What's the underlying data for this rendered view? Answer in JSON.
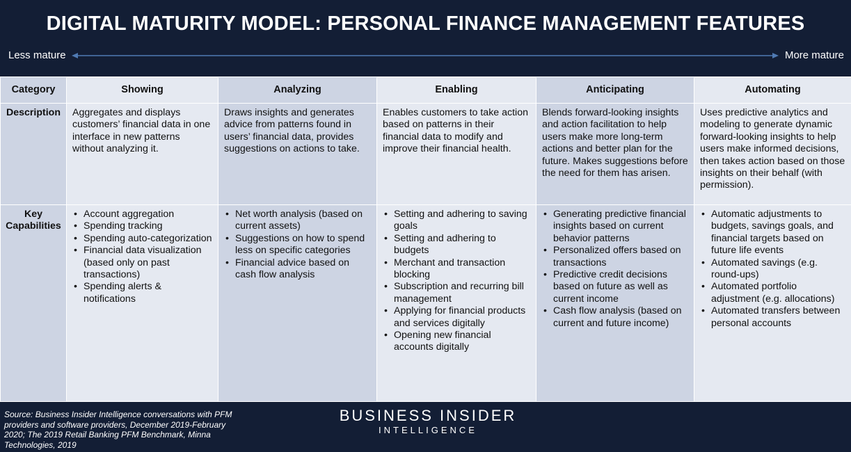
{
  "title": "DIGITAL MATURITY MODEL: PERSONAL FINANCE MANAGEMENT FEATURES",
  "scale": {
    "left_label": "Less mature",
    "right_label": "More mature",
    "arrow_color": "#4f7ab3"
  },
  "table": {
    "header_category": "Category",
    "row_labels": {
      "description": "Description",
      "capabilities": "Key Capabilities"
    },
    "columns": [
      {
        "name": "Showing",
        "description": "Aggregates and displays customers’ financial data in one interface in new patterns without analyzing it.",
        "capabilities": [
          "Account aggregation",
          "Spending tracking",
          "Spending auto-categorization",
          "Financial data visualization (based only on past transactions)",
          "Spending alerts & notifications"
        ]
      },
      {
        "name": "Analyzing",
        "description": "Draws insights and generates advice from patterns found in users’ financial data, provides suggestions on actions to take.",
        "capabilities": [
          "Net worth analysis (based on current assets)",
          "Suggestions on how to spend less on specific categories",
          "Financial advice based on cash flow analysis"
        ]
      },
      {
        "name": "Enabling",
        "description": "Enables customers to take action based on patterns in their financial data to modify and improve their financial health.",
        "capabilities": [
          "Setting and adhering to saving goals",
          "Setting and adhering to budgets",
          "Merchant and transaction blocking",
          "Subscription and recurring bill management",
          "Applying for financial products and services digitally",
          "Opening new financial accounts digitally"
        ]
      },
      {
        "name": "Anticipating",
        "description": "Blends forward-looking insights and action facilitation to help users make more long-term actions and better plan for the future. Makes suggestions before the need for them has arisen.",
        "capabilities": [
          "Generating predictive financial insights based on current behavior patterns",
          "Personalized offers based on transactions",
          "Predictive credit decisions based on future as well as current income",
          "Cash flow analysis (based on current and future income)"
        ]
      },
      {
        "name": "Automating",
        "description": "Uses predictive analytics and modeling to generate dynamic forward-looking insights to help users make informed decisions, then takes action based on those insights on their behalf (with permission).",
        "capabilities": [
          "Automatic adjustments to budgets, savings goals, and financial targets based on future life events",
          "Automated savings (e.g. round-ups)",
          "Automated portfolio adjustment (e.g. allocations)",
          "Automated transfers between personal accounts"
        ]
      }
    ]
  },
  "footer": {
    "source": "Source: Business Insider Intelligence conversations with PFM providers and software providers, December 2019-February 2020; The 2019 Retail Banking PFM Benchmark, Minna Technologies, 2019",
    "brand_main": "BUSINESS INSIDER",
    "brand_sub": "INTELLIGENCE"
  }
}
